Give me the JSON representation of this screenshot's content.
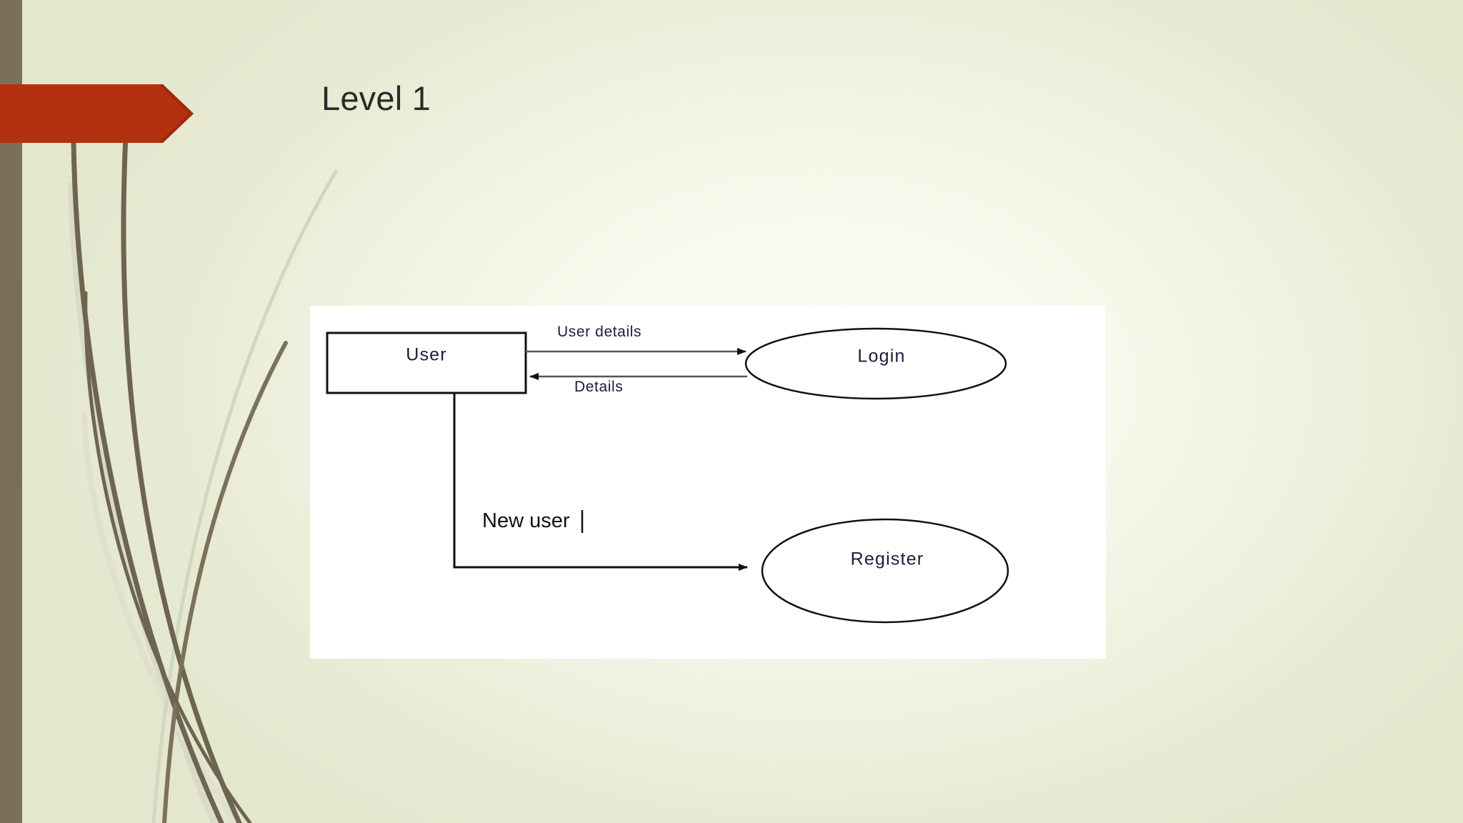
{
  "slide": {
    "title": "Level 1",
    "theme_colors": {
      "background_light": "#fdfdf8",
      "background_edge": "#e3e7cd",
      "left_band": "#7a7059",
      "banner_red": "#b4310f",
      "grass_dark": "#6d6550",
      "grass_light": "#d7d9c4",
      "diagram_panel": "#ffffff",
      "diagram_ink": "#1c1c3a"
    },
    "banner": {
      "name": "red-chevron-banner"
    }
  },
  "diagram": {
    "type": "data-flow-diagram",
    "level": "Level 1",
    "nodes": [
      {
        "id": "user",
        "kind": "external-entity",
        "label": "User"
      },
      {
        "id": "login",
        "kind": "process",
        "label": "Login"
      },
      {
        "id": "register",
        "kind": "process",
        "label": "Register"
      }
    ],
    "flows": [
      {
        "id": "user-details",
        "label": "User details",
        "from": "user",
        "to": "login",
        "direction": "right"
      },
      {
        "id": "details",
        "label": "Details",
        "from": "login",
        "to": "user",
        "direction": "left"
      },
      {
        "id": "new-user",
        "label": "New user",
        "from": "user",
        "to": "register",
        "direction": "right"
      }
    ],
    "caret_after": "New user"
  }
}
